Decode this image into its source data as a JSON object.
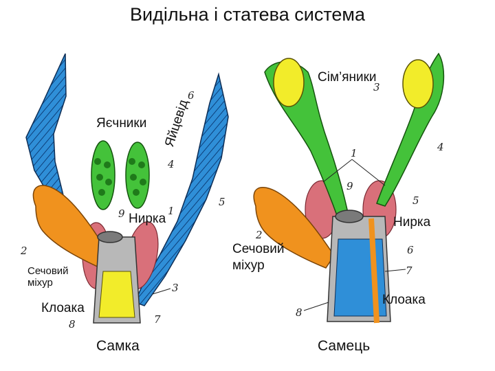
{
  "title": "Видільна і статева система",
  "female": {
    "caption": "Самка",
    "labels": {
      "ovaries": "Яєчники",
      "oviduct": "Яйцевід",
      "kidney": "Нирка",
      "bladder_line1": "Сечовий",
      "bladder_line2": "міхур",
      "cloaca": "Клоака"
    },
    "numbers": [
      "6",
      "4",
      "5",
      "9",
      "1",
      "2",
      "3",
      "7",
      "8"
    ]
  },
  "male": {
    "caption": "Самець",
    "labels": {
      "testes": "Сім’яники",
      "kidney": "Нирка",
      "bladder_line1": "Сечовий",
      "bladder_line2": "міхур",
      "cloaca": "Клоака"
    },
    "numbers": [
      "3",
      "4",
      "1",
      "9",
      "5",
      "2",
      "6",
      "7",
      "8"
    ]
  },
  "colors": {
    "blue": "#2f8fd8",
    "green": "#44c23a",
    "orange": "#f0921e",
    "yellow": "#f2ec2a",
    "pink": "#d9707a",
    "gray": "#9a9a9a"
  }
}
